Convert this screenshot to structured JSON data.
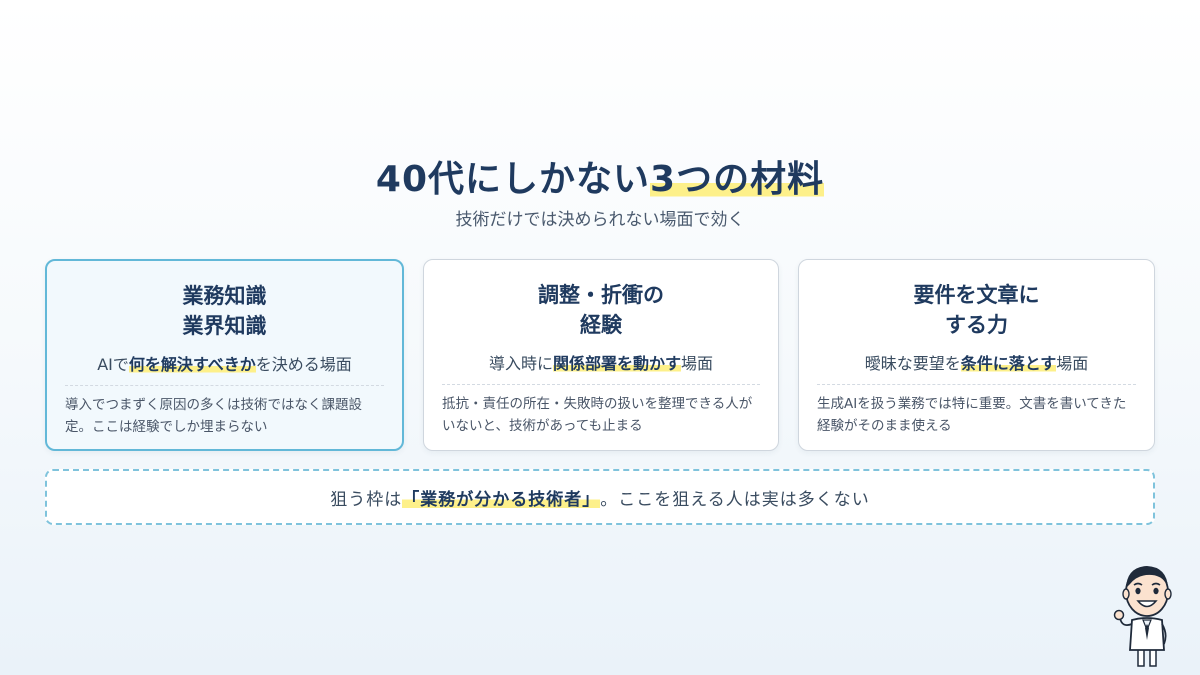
{
  "title": {
    "pre": "40代にしかない",
    "highlight": "3つの材料"
  },
  "subtitle": "技術だけでは決められない場面で効く",
  "cards": [
    {
      "title_line1": "業務知識",
      "title_line2": "業界知識",
      "lead_pre": "AIで",
      "lead_bold": "何を解決すべきか",
      "lead_post": "を決める場面",
      "body": "導入でつまずく原因の多くは技術ではなく課題設定。ここは経験でしか埋まらない"
    },
    {
      "title_line1": "調整・折衝の",
      "title_line2": "経験",
      "lead_pre": "導入時に",
      "lead_bold": "関係部署を動かす",
      "lead_post": "場面",
      "body": "抵抗・責任の所在・失敗時の扱いを整理できる人がいないと、技術があっても止まる"
    },
    {
      "title_line1": "要件を文章に",
      "title_line2": "する力",
      "lead_pre": "曖昧な要望を",
      "lead_bold": "条件に落とす",
      "lead_post": "場面",
      "body": "生成AIを扱う業務では特に重要。文書を書いてきた経験がそのまま使える"
    }
  ],
  "bottom": {
    "pre": "狙う枠は",
    "bold": "「業務が分かる技術者」",
    "post": "。ここを狙える人は実は多くない"
  },
  "colors": {
    "navy": "#1f3a5f",
    "highlight": "#fdf08a",
    "accent": "#62b8d8"
  },
  "mascot_icon": "businessman-mascot-icon"
}
